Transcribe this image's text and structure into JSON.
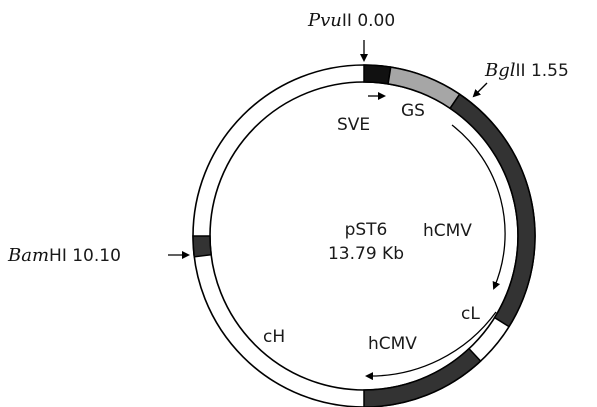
{
  "plasmid": {
    "name": "pST6",
    "size": "13.79 Kb"
  },
  "sites": [
    {
      "enzyme_italic": "Pvu",
      "enzyme_rest": "II",
      "position": "0.00"
    },
    {
      "enzyme_italic": "Bgl",
      "enzyme_rest": "II",
      "position": "1.55"
    },
    {
      "enzyme_italic": "Bam",
      "enzyme_rest": "HI",
      "position": "10.10"
    }
  ],
  "features": {
    "sve": "SVE",
    "gs": "GS",
    "hcmv_1": "hCMV",
    "cl": "cL",
    "hcmv_2": "hCMV",
    "ch": "cH"
  },
  "colors": {
    "outline": "#000000",
    "gs_segment": "#a6a6a6",
    "cl_segment": "#333333",
    "ch_segment": "#333333",
    "marker": "#111111"
  }
}
